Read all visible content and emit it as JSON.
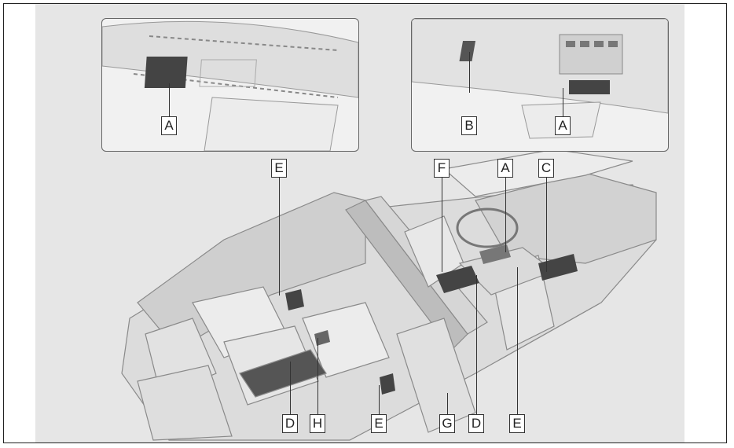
{
  "callouts": {
    "a": "A",
    "b": "B",
    "c": "C",
    "d": "D",
    "e": "E",
    "f": "F",
    "g": "G",
    "h": "H"
  },
  "colors": {
    "panel": "#e6e6e6",
    "highlight": "#444444",
    "line": "#333333"
  }
}
